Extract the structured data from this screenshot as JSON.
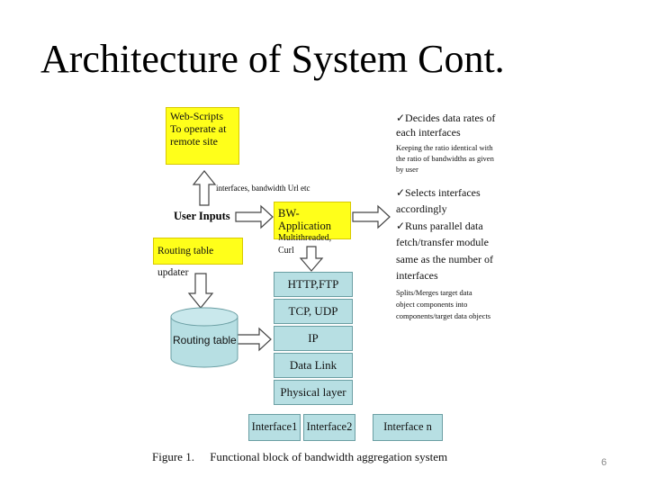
{
  "slide": {
    "title": "Architecture of System Cont.",
    "page_number": "6"
  },
  "diagram": {
    "web_scripts": {
      "line1": "Web-Scripts",
      "line2": "To operate at",
      "line3": "remote site"
    },
    "arrow_label": "interfaces, bandwidth Url etc",
    "user_inputs": "User Inputs",
    "bw_application": {
      "line1": "BW-Application",
      "line2": "Multithreaded, Curl"
    },
    "routing_updater": "Routing table updater",
    "routing_table": "Routing table",
    "stack_layers": [
      "HTTP,FTP",
      "TCP, UDP",
      "IP",
      "Data Link",
      "Physical layer"
    ],
    "interfaces": [
      "Interface1",
      "Interface2",
      "Interface n"
    ]
  },
  "notes": {
    "items": [
      {
        "text": "✓Decides data rates of",
        "size": "big"
      },
      {
        "text": "each interfaces",
        "size": "big"
      },
      {
        "text": "Keeping the ratio identical with",
        "size": "sm"
      },
      {
        "text": "the ratio of bandwidths as given",
        "size": "sm"
      },
      {
        "text": "by user",
        "size": "sm"
      },
      {
        "text": "✓Selects interfaces",
        "size": "big"
      },
      {
        "text": "accordingly",
        "size": "big"
      },
      {
        "text": "✓Runs parallel data",
        "size": "big"
      },
      {
        "text": "fetch/transfer module",
        "size": "big"
      },
      {
        "text": "same as the number of",
        "size": "big"
      },
      {
        "text": "interfaces",
        "size": "big"
      },
      {
        "text": "Splits/Merges target data",
        "size": "sm"
      },
      {
        "text": "object components into",
        "size": "sm"
      },
      {
        "text": "components/target data objects",
        "size": "sm"
      }
    ]
  },
  "caption": {
    "label": "Figure 1.",
    "text": "Functional block of bandwidth aggregation system"
  },
  "colors": {
    "yellow": "#ffff1a",
    "layer_blue": "#b7dfe3",
    "arrow_fill": "#ffffff",
    "arrow_stroke": "#444444"
  }
}
